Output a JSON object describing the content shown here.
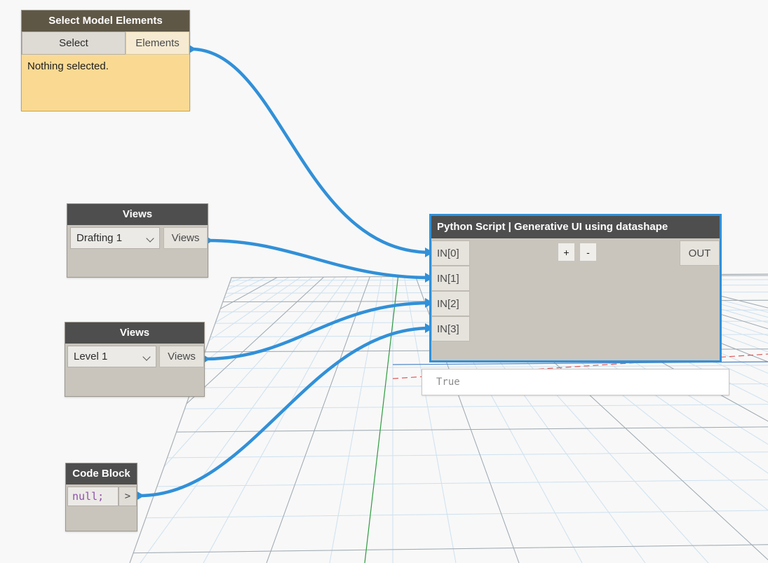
{
  "canvas": {
    "background_color": "#f8f8f8",
    "wire_color": "#3190d8",
    "grid_minor_color": "#cfe2f0",
    "grid_major_color": "#9aa2a8",
    "axis_green": "#2e9b3f",
    "axis_red": "#e05a5a"
  },
  "nodes": {
    "select_model_elements": {
      "title": "Select Model Elements",
      "header_color": "#5f5746",
      "select_button": "Select",
      "output_port": "Elements",
      "message": "Nothing selected.",
      "message_color": "#fada93"
    },
    "views_drafting": {
      "title": "Views",
      "dropdown_value": "Drafting 1",
      "output_port": "Views"
    },
    "views_level": {
      "title": "Views",
      "dropdown_value": "Level 1",
      "output_port": "Views"
    },
    "code_block": {
      "title": "Code Block",
      "code": "null;",
      "output_port": ">"
    },
    "python_script": {
      "title": "Python Script | Generative UI using datashape",
      "selected": true,
      "add_button": "+",
      "remove_button": "-",
      "inputs": [
        "IN[0]",
        "IN[1]",
        "IN[2]",
        "IN[3]"
      ],
      "output_port": "OUT",
      "preview_value": "True"
    }
  }
}
